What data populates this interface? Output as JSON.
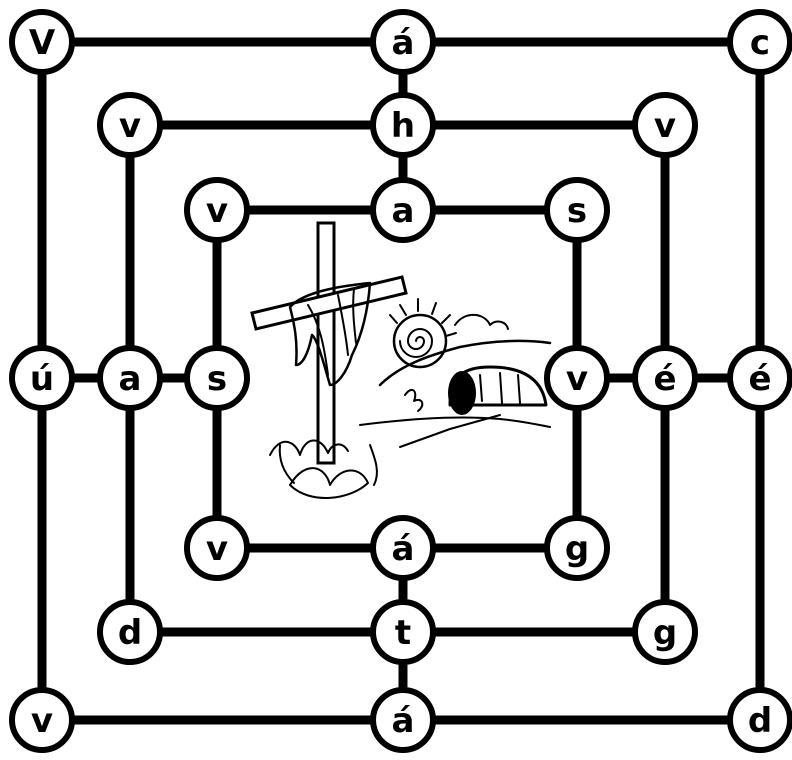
{
  "board": {
    "rings": {
      "outer": {
        "tl": "V",
        "tm": "á",
        "tr": "c",
        "ml": "ú",
        "mr": "é",
        "bl": "v",
        "bm": "á",
        "br": "d"
      },
      "middle": {
        "tl": "v",
        "tm": "h",
        "tr": "v",
        "ml": "a",
        "mr": "é",
        "bl": "d",
        "bm": "t",
        "br": "g"
      },
      "inner": {
        "tl": "v",
        "tm": "a",
        "tr": "s",
        "ml": "s",
        "mr": "v",
        "bl": "v",
        "bm": "á",
        "br": "g"
      }
    },
    "center_image": "cross-and-empty-tomb-illustration"
  },
  "colors": {
    "line": "#000000",
    "node_fill": "#ffffff",
    "background": "#ffffff"
  }
}
